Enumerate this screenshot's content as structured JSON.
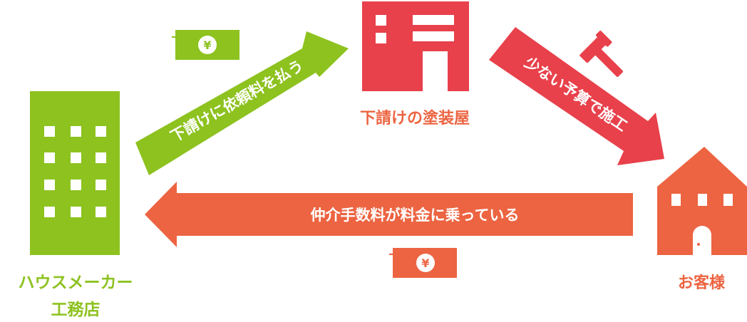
{
  "colors": {
    "green": "#8dc21f",
    "red": "#e8414b",
    "orange": "#ec6441",
    "white": "#ffffff"
  },
  "nodes": {
    "house_maker": {
      "line1": "ハウスメーカー",
      "line2": "工務店",
      "icon": "office-building-icon"
    },
    "subcontractor": {
      "label": "下請けの塗装屋",
      "icon": "small-building-icon"
    },
    "customer": {
      "label": "お客様",
      "icon": "house-icon"
    }
  },
  "arrows": {
    "pay_sub": {
      "label": "下請けに依頼料を払う",
      "money_symbol": "¥"
    },
    "construct": {
      "label": "少ない予算で施工",
      "tool_icon": "hammer-icon"
    },
    "commission": {
      "label": "仲介手数料が料金に乗っている",
      "money_symbol": "¥"
    }
  }
}
